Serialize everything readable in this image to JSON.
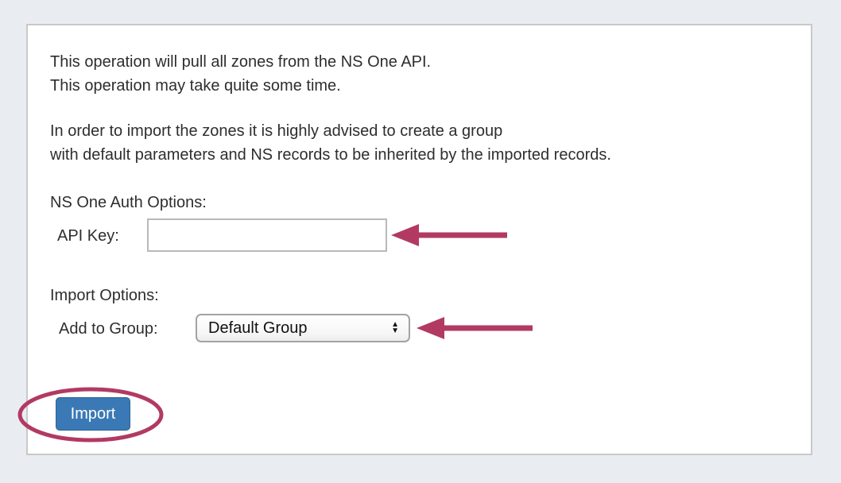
{
  "colors": {
    "page_background": "#e9edf1",
    "panel_background": "#ffffff",
    "panel_border": "#c8c8c8",
    "text": "#2e2e2e",
    "annotation_accent": "#b23a62",
    "button_background": "#3a79b5",
    "button_border": "#2a6496",
    "button_text": "#ffffff"
  },
  "panel": {
    "intro_lines": [
      "This operation will pull all zones from the NS One API.",
      "This operation may take quite some time."
    ],
    "advice_lines": [
      "In order to import the zones it is highly advised to create a group",
      "with default parameters and NS records to be inherited by the imported records."
    ],
    "auth": {
      "heading": "NS One Auth Options:",
      "api_key_label": "API Key:",
      "api_key_value": ""
    },
    "import_options": {
      "heading": "Import Options:",
      "group_label": "Add to Group:",
      "group_selected": "Default Group"
    },
    "import_button_label": "Import"
  },
  "icons": {
    "select_stepper_up": "▲",
    "select_stepper_down": "▼"
  },
  "annotations": {
    "api_key_arrow": "left-arrow",
    "group_arrow": "left-arrow",
    "import_highlight": "ellipse-circle"
  }
}
